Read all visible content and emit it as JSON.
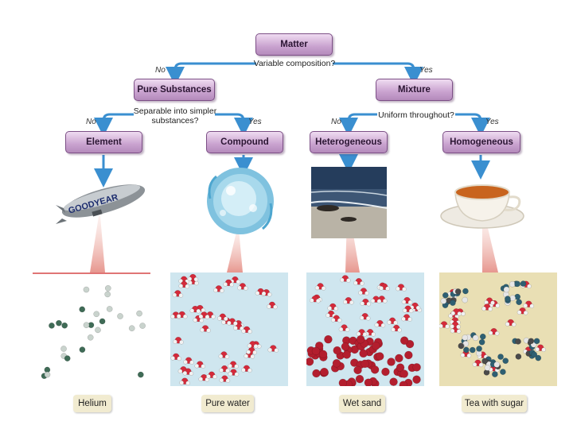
{
  "tree": {
    "matter": "Matter",
    "q_variable": "Variable composition?",
    "no_left": "No",
    "yes_right": "Yes",
    "pure_substances": "Pure Substances",
    "mixture": "Mixture",
    "q_separable_line1": "Separable into simpler",
    "q_separable_line2": "substances?",
    "q_uniform": "Uniform throughout?",
    "no_element": "No",
    "yes_compound": "Yes",
    "no_hetero": "No",
    "yes_homo": "Yes",
    "element": "Element",
    "compound": "Compound",
    "heterogeneous": "Heterogeneous",
    "homogeneous": "Homogeneous"
  },
  "photos": {
    "blimp_text": "GOODYEAR"
  },
  "captions": {
    "helium": "Helium",
    "pure_water": "Pure water",
    "wet_sand": "Wet sand",
    "tea_with_sugar": "Tea with sugar"
  },
  "colors": {
    "arrow": "#3a8fd0",
    "box_border": "#7c4f86",
    "caption_bg": "#f1ebd0",
    "zoom_cone": "#e8a8a0"
  }
}
